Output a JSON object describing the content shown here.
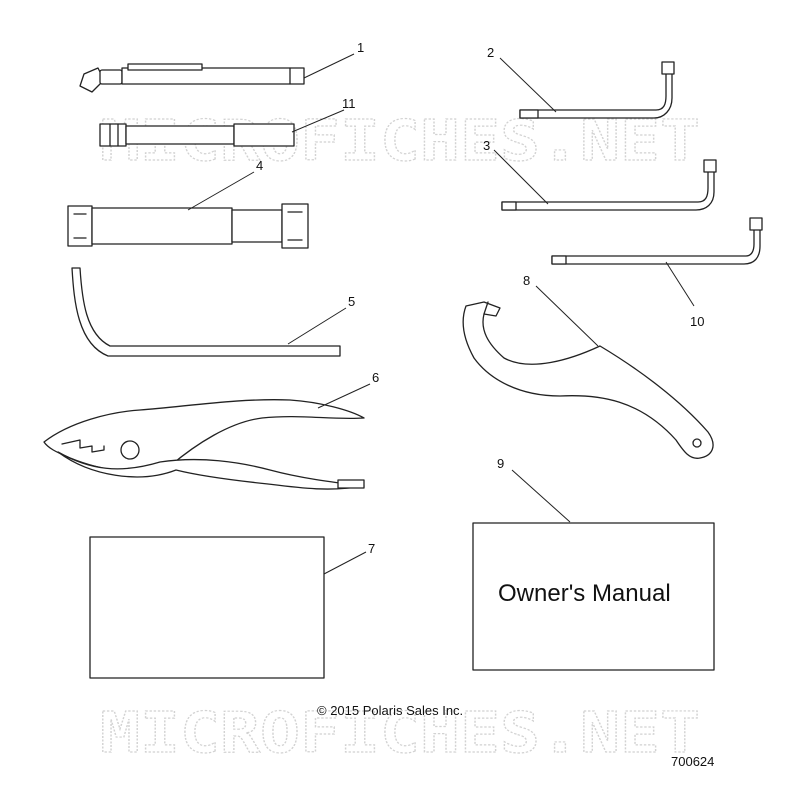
{
  "callouts": {
    "c1": "1",
    "c2": "2",
    "c3": "3",
    "c4": "4",
    "c5": "5",
    "c6": "6",
    "c7": "7",
    "c8": "8",
    "c9": "9",
    "c10": "10",
    "c11": "11"
  },
  "manual_label": "Owner's Manual",
  "copyright": "© 2015 Polaris Sales Inc.",
  "figure_number": "700624",
  "watermark_text": "MICROFICHES.NET"
}
